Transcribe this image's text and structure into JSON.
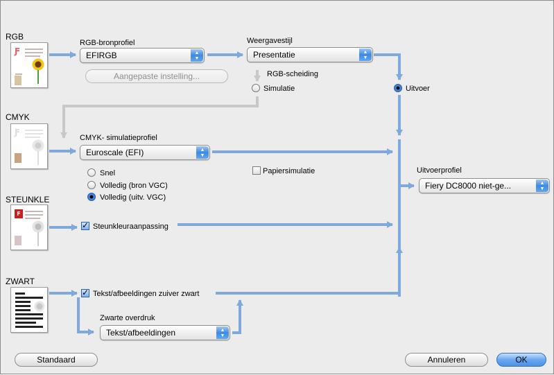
{
  "sections": {
    "rgb": "RGB",
    "cmyk": "CMYK",
    "spot": "STEUNKLE",
    "black": "ZWART"
  },
  "rgb_source": {
    "label": "RGB-bronprofiel",
    "value": "EFIRGB",
    "custom_button": "Aangepaste instelling..."
  },
  "rendering": {
    "label": "Weergavestijl",
    "value": "Presentatie"
  },
  "rgb_separation": {
    "label": "RGB-scheiding",
    "simulation": "Simulatie",
    "output": "Uitvoer"
  },
  "cmyk_sim": {
    "label": "CMYK- simulatieprofiel",
    "value": "Euroscale (EFI)",
    "paper_sim": "Papiersimulatie",
    "modes": [
      "Snel",
      "Volledig (bron VGC)",
      "Volledig (uitv. VGC)"
    ]
  },
  "spot": {
    "label": "Steunkleuraanpassing"
  },
  "black": {
    "pure_label": "Tekst/afbeeldingen zuiver zwart",
    "overprint_label": "Zwarte overdruk",
    "overprint_value": "Tekst/afbeeldingen"
  },
  "output_profile": {
    "label": "Uitvoerprofiel",
    "value": "Fiery DC8000 niet-ge..."
  },
  "footer": {
    "default_button": "Standaard",
    "cancel_button": "Annuleren",
    "ok_button": "OK"
  },
  "colors": {
    "flow_arrow": "#7fa9dc",
    "inactive_arrow": "#c8c8c8",
    "accent": "#3f8ae0"
  }
}
